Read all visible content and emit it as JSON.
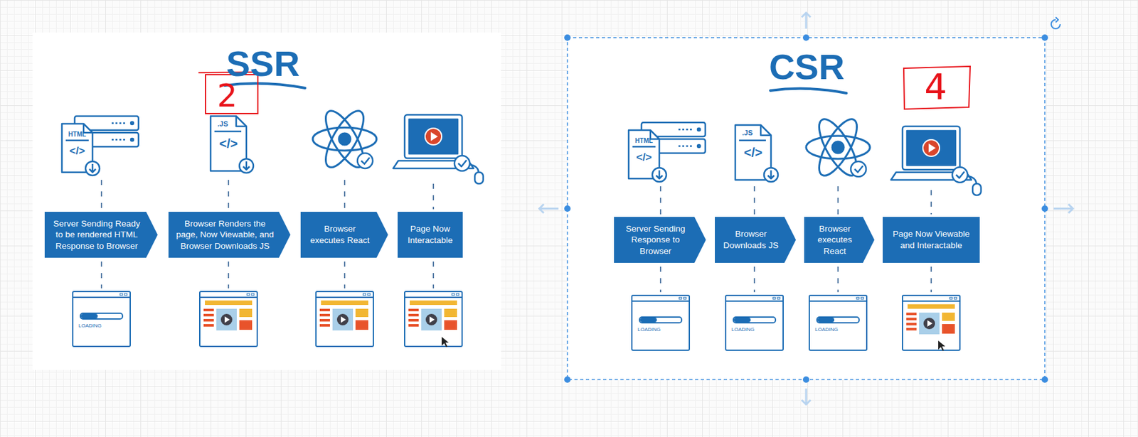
{
  "diagram": {
    "nodes": [
      {
        "text": [
          "Server Sending Ready to be rendered HTML Response to Browser"
        ]
      },
      {
        "text": [
          "Browser Renders the page, Now Viewable, and Browser Downloads JS"
        ]
      },
      {
        "text": [
          "Browser executes React"
        ]
      },
      {
        "text": [
          "Page Now Interactable"
        ]
      },
      {
        "text": [
          "Server Sending Response to Browser"
        ]
      },
      {
        "text": [
          "Browser Downloads JS"
        ]
      },
      {
        "text": [
          "Browser executes React"
        ]
      },
      {
        "text": [
          "Page Now Viewable and Interactable"
        ]
      }
    ],
    "labels": [
      "SSR",
      "2",
      "HTML",
      "</>",
      ".JS",
      "</>",
      "LOADING",
      "CSR",
      "4",
      "HTML",
      "</>",
      ".JS",
      "</>",
      "LOADING",
      "LOADING",
      "LOADING"
    ]
  }
}
